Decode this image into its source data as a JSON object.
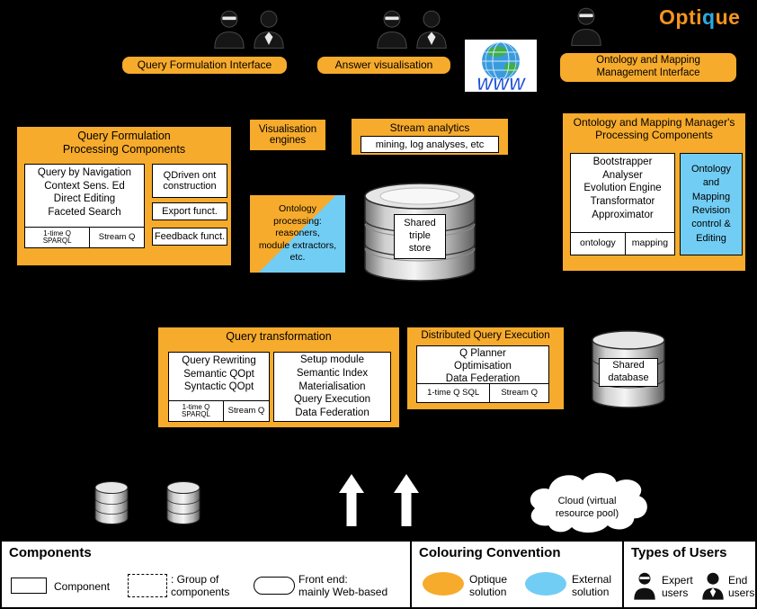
{
  "colors": {
    "optique_orange": "#F7AB2C",
    "external_blue": "#72CDF4",
    "background": "#000000"
  },
  "logo": {
    "opti": "Opti",
    "q": "q",
    "ue": "ue"
  },
  "frontends": {
    "query_formulation": "Query Formulation Interface",
    "answer_visualisation": "Answer visualisation",
    "www": "WWW",
    "ontology_mapping": "Ontology and Mapping\nManagement Interface"
  },
  "qf_processing": {
    "title": "Query Formulation\nProcessing Components",
    "editors": "Query by Navigation\nContext Sens. Ed\nDirect Editing\nFaceted Search",
    "cell_1time": "1-time Q\nSPARQL",
    "cell_stream": "Stream Q",
    "qdriven": "QDriven ont\nconstruction",
    "export": "Export funct.",
    "feedback": "Feedback funct."
  },
  "vis_engines": {
    "label": "Visualisation\nengines"
  },
  "stream_analytics": {
    "title": "Stream analytics",
    "inner": "mining, log analyses, etc"
  },
  "ontology_processing": {
    "label": "Ontology\nprocessing:\nreasoners,\nmodule extractors,\netc."
  },
  "triple_store": {
    "label": "Shared\ntriple\nstore"
  },
  "omm_processing": {
    "title": "Ontology and Mapping Manager's\nProcessing Components",
    "tools": "Bootstrapper\nAnalyser\nEvolution Engine\nTransformator\nApproximator",
    "cell_ontology": "ontology",
    "cell_mapping": "mapping",
    "revision": "Ontology\nand\nMapping\nRevision\ncontrol &\nEditing"
  },
  "query_transformation": {
    "title": "Query transformation",
    "rewriting": "Query Rewriting\nSemantic QOpt\nSyntactic QOpt",
    "cell_1time": "1-time Q\nSPARQL",
    "cell_stream": "Stream Q",
    "setup": "Setup module\nSemantic Index\nMaterialisation\nQuery Execution\nData Federation"
  },
  "dqe": {
    "title": "Distributed Query Execution",
    "planner": "Q Planner\nOptimisation\nData Federation",
    "cell_1time": "1-time Q SQL",
    "cell_stream": "Stream Q"
  },
  "shared_database": {
    "label": "Shared\ndatabase"
  },
  "cloud": {
    "label": "Cloud (virtual\nresource pool)"
  },
  "legend": {
    "components": {
      "heading": "Components",
      "component": "Component",
      "group": ": Group of\ncomponents",
      "frontend": "Front end:\nmainly Web-based"
    },
    "colouring": {
      "heading": "Colouring Convention",
      "optique": "Optique\nsolution",
      "external": "External\nsolution"
    },
    "users": {
      "heading": "Types of Users",
      "expert": "Expert\nusers",
      "end": "End\nusers"
    }
  }
}
